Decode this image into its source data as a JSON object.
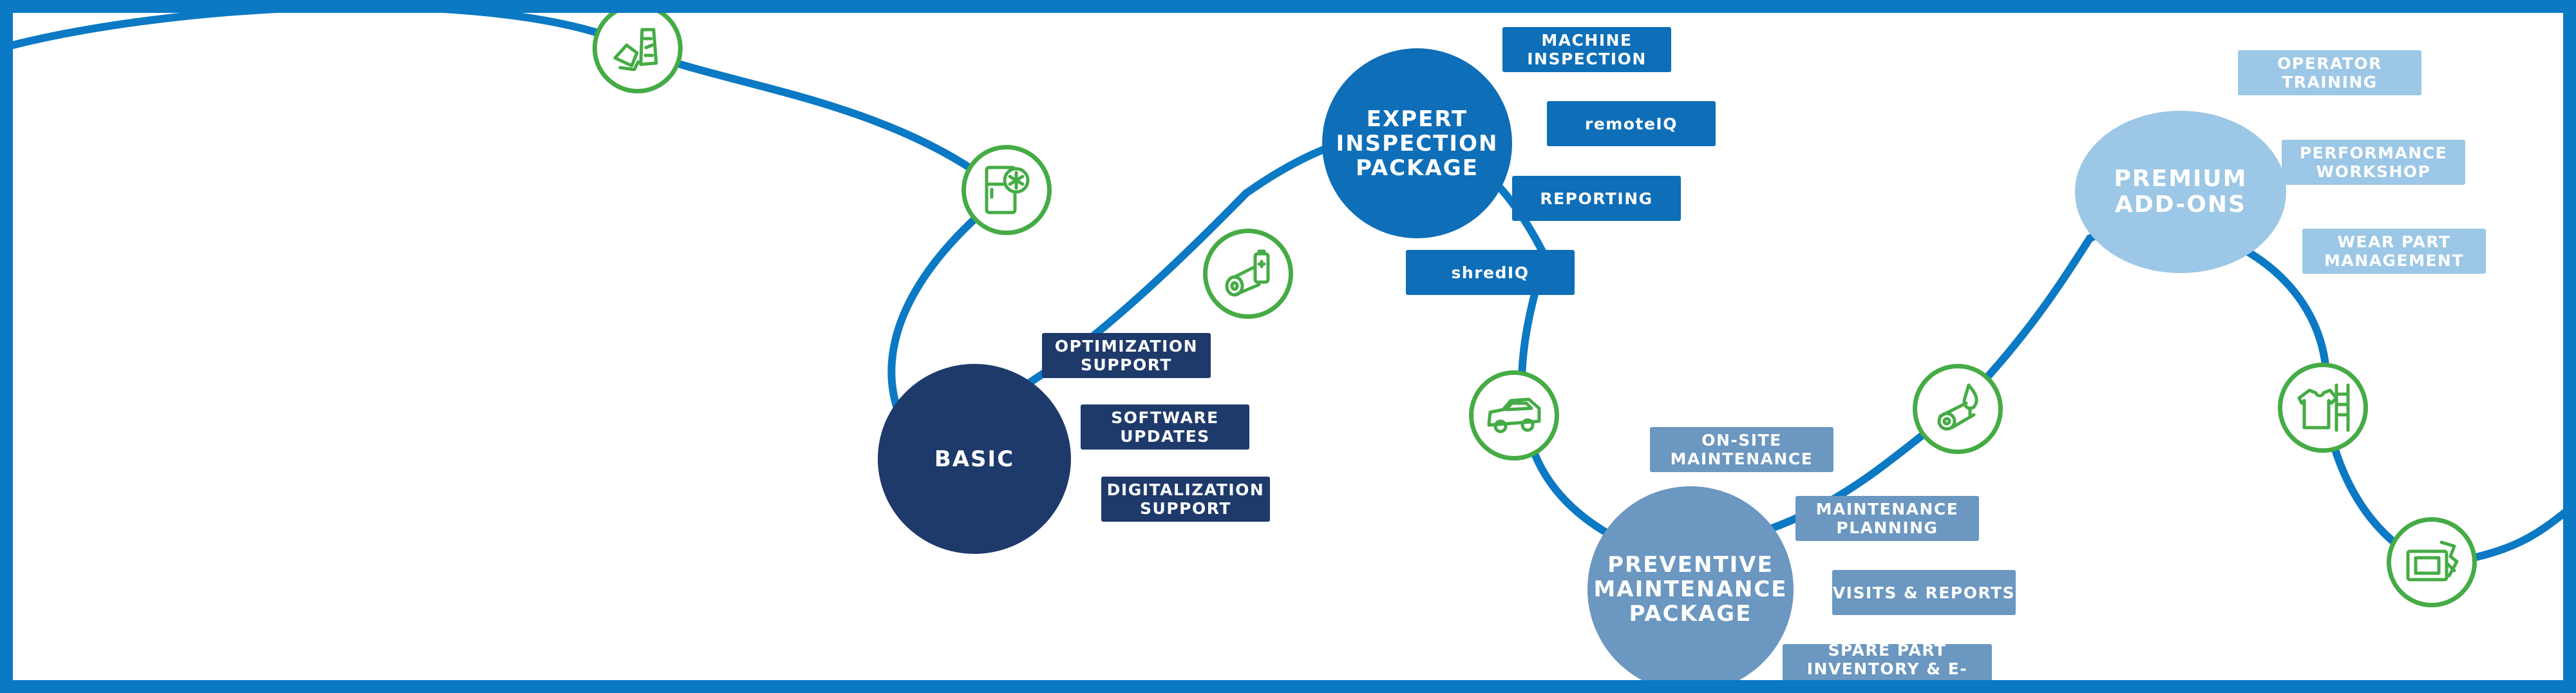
{
  "colors": {
    "border": "#0b79c4",
    "path": "#0b79c4",
    "icon_green": "#45ab45",
    "basic": "#1e3a6b",
    "expert": "#0e6eb8",
    "preventive": "#6b97c0",
    "premium": "#9cc7e6"
  },
  "packages": [
    {
      "id": "basic",
      "label": "BASIC",
      "color": "#1e3a6b",
      "items": [
        "OPTIMIZATION\nSUPPORT",
        "SOFTWARE\nUPDATES",
        "DIGITALIZATION\nSUPPORT"
      ]
    },
    {
      "id": "expert",
      "label": "EXPERT\nINSPECTION\nPACKAGE",
      "color": "#0e6eb8",
      "items": [
        "MACHINE\nINSPECTION",
        "remoteIQ",
        "REPORTING",
        "shredIQ"
      ]
    },
    {
      "id": "preventive",
      "label": "PREVENTIVE\nMAINTENANCE\nPACKAGE",
      "color": "#6b97c0",
      "items": [
        "ON-SITE\nMAINTENANCE",
        "MAINTENANCE\nPLANNING",
        "VISITS & REPORTS",
        "SPARE PART\nINVENTORY & E-SHOP"
      ]
    },
    {
      "id": "premium",
      "label": "PREMIUM\nADD-ONS",
      "color": "#9cc7e6",
      "items": [
        "OPERATOR\nTRAINING",
        "PERFORMANCE\nWORKSHOP",
        "WEAR PART\nMANAGEMENT"
      ]
    }
  ],
  "icons": [
    {
      "name": "scrap-metal-icon"
    },
    {
      "name": "fridge-appliance-icon"
    },
    {
      "name": "paper-roll-battery-icon"
    },
    {
      "name": "car-wreck-icon"
    },
    {
      "name": "wood-log-icon"
    },
    {
      "name": "textile-icon"
    },
    {
      "name": "electronics-icon"
    }
  ]
}
